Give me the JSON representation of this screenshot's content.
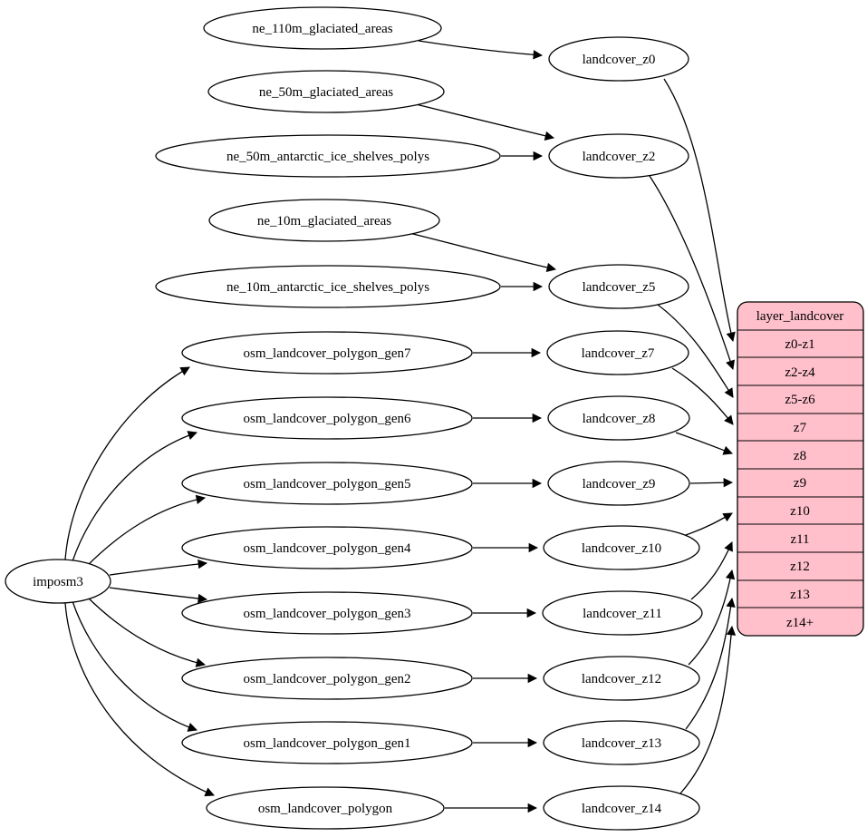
{
  "diagram": {
    "colors": {
      "background": "#ffffff",
      "node_fill": "#ffffff",
      "stroke": "#000000",
      "table_fill": "#ffc0cb"
    },
    "root": {
      "label": "imposm3"
    },
    "sources": [
      {
        "label": "ne_110m_glaciated_areas"
      },
      {
        "label": "ne_50m_glaciated_areas"
      },
      {
        "label": "ne_50m_antarctic_ice_shelves_polys"
      },
      {
        "label": "ne_10m_glaciated_areas"
      },
      {
        "label": "ne_10m_antarctic_ice_shelves_polys"
      },
      {
        "label": "osm_landcover_polygon_gen7"
      },
      {
        "label": "osm_landcover_polygon_gen6"
      },
      {
        "label": "osm_landcover_polygon_gen5"
      },
      {
        "label": "osm_landcover_polygon_gen4"
      },
      {
        "label": "osm_landcover_polygon_gen3"
      },
      {
        "label": "osm_landcover_polygon_gen2"
      },
      {
        "label": "osm_landcover_polygon_gen1"
      },
      {
        "label": "osm_landcover_polygon"
      }
    ],
    "intermediates": [
      {
        "label": "landcover_z0"
      },
      {
        "label": "landcover_z2"
      },
      {
        "label": "landcover_z5"
      },
      {
        "label": "landcover_z7"
      },
      {
        "label": "landcover_z8"
      },
      {
        "label": "landcover_z9"
      },
      {
        "label": "landcover_z10"
      },
      {
        "label": "landcover_z11"
      },
      {
        "label": "landcover_z12"
      },
      {
        "label": "landcover_z13"
      },
      {
        "label": "landcover_z14"
      }
    ],
    "table": {
      "header": "layer_landcover",
      "rows": [
        {
          "label": "z0-z1"
        },
        {
          "label": "z2-z4"
        },
        {
          "label": "z5-z6"
        },
        {
          "label": "z7"
        },
        {
          "label": "z8"
        },
        {
          "label": "z9"
        },
        {
          "label": "z10"
        },
        {
          "label": "z11"
        },
        {
          "label": "z12"
        },
        {
          "label": "z13"
        },
        {
          "label": "z14+"
        }
      ]
    },
    "edges": [
      {
        "from": "imposm3",
        "to": "osm_landcover_polygon_gen7"
      },
      {
        "from": "imposm3",
        "to": "osm_landcover_polygon_gen6"
      },
      {
        "from": "imposm3",
        "to": "osm_landcover_polygon_gen5"
      },
      {
        "from": "imposm3",
        "to": "osm_landcover_polygon_gen4"
      },
      {
        "from": "imposm3",
        "to": "osm_landcover_polygon_gen3"
      },
      {
        "from": "imposm3",
        "to": "osm_landcover_polygon_gen2"
      },
      {
        "from": "imposm3",
        "to": "osm_landcover_polygon_gen1"
      },
      {
        "from": "imposm3",
        "to": "osm_landcover_polygon"
      },
      {
        "from": "ne_110m_glaciated_areas",
        "to": "landcover_z0"
      },
      {
        "from": "ne_50m_glaciated_areas",
        "to": "landcover_z2"
      },
      {
        "from": "ne_50m_antarctic_ice_shelves_polys",
        "to": "landcover_z2"
      },
      {
        "from": "ne_10m_glaciated_areas",
        "to": "landcover_z5"
      },
      {
        "from": "ne_10m_antarctic_ice_shelves_polys",
        "to": "landcover_z5"
      },
      {
        "from": "osm_landcover_polygon_gen7",
        "to": "landcover_z7"
      },
      {
        "from": "osm_landcover_polygon_gen6",
        "to": "landcover_z8"
      },
      {
        "from": "osm_landcover_polygon_gen5",
        "to": "landcover_z9"
      },
      {
        "from": "osm_landcover_polygon_gen4",
        "to": "landcover_z10"
      },
      {
        "from": "osm_landcover_polygon_gen3",
        "to": "landcover_z11"
      },
      {
        "from": "osm_landcover_polygon_gen2",
        "to": "landcover_z12"
      },
      {
        "from": "osm_landcover_polygon_gen1",
        "to": "landcover_z13"
      },
      {
        "from": "osm_landcover_polygon",
        "to": "landcover_z14"
      },
      {
        "from": "landcover_z0",
        "to": "layer_landcover:z0-z1"
      },
      {
        "from": "landcover_z2",
        "to": "layer_landcover:z2-z4"
      },
      {
        "from": "landcover_z5",
        "to": "layer_landcover:z5-z6"
      },
      {
        "from": "landcover_z7",
        "to": "layer_landcover:z7"
      },
      {
        "from": "landcover_z8",
        "to": "layer_landcover:z8"
      },
      {
        "from": "landcover_z9",
        "to": "layer_landcover:z9"
      },
      {
        "from": "landcover_z10",
        "to": "layer_landcover:z10"
      },
      {
        "from": "landcover_z11",
        "to": "layer_landcover:z11"
      },
      {
        "from": "landcover_z12",
        "to": "layer_landcover:z12"
      },
      {
        "from": "landcover_z13",
        "to": "layer_landcover:z13"
      },
      {
        "from": "landcover_z14",
        "to": "layer_landcover:z14+"
      }
    ]
  }
}
